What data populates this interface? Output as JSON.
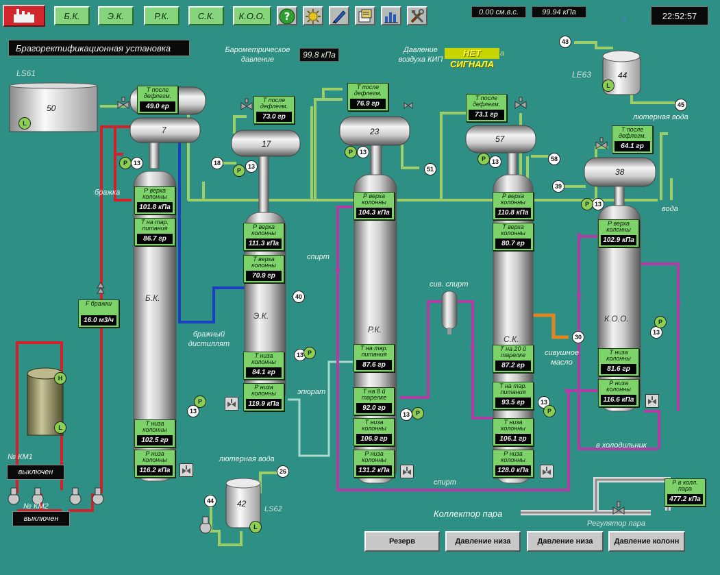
{
  "toolbar": {
    "tabs": [
      "Б.К.",
      "Э.К.",
      "Р.К.",
      "С.К.",
      "К.О.О."
    ],
    "reading_vac": "0.00 см.в.с.",
    "reading_pres": "99.94 кПа",
    "marker": "-1",
    "clock": "22:52:57"
  },
  "header": {
    "title": "Брагоректификационная установка",
    "baro_label_1": "Барометрическое",
    "baro_label_2": "давление",
    "baro_value": "99.8 кПа",
    "air_label_1": "Давление",
    "air_label_2": "воздуха КИП",
    "air_no_signal": "НЕТ СИГНАЛА",
    "air_suffix": "а"
  },
  "plant": {
    "ls61": "LS61",
    "le63": "LE63",
    "ls62": "LS62",
    "vessel_50": "50",
    "vessel_44": "44",
    "vessel_42": "42",
    "cond_7": "7",
    "cond_17": "17",
    "cond_23": "23",
    "cond_57": "57",
    "cond_38": "38",
    "col_bk": "Б.К.",
    "col_ek": "Э.К.",
    "col_rk": "Р.К.",
    "col_sk": "С.К.",
    "col_koo": "К.О.О.",
    "lbl_brazhka": "бражка",
    "lbl_dist1": "бражный",
    "lbl_dist2": "дистиллят",
    "lbl_spirt_top": "спирт",
    "lbl_spirt_bottom": "спирт",
    "lbl_sivspirt": "сив. спирт",
    "lbl_sivmaslo1": "сивушное",
    "lbl_sivmaslo2": "масло",
    "lbl_epurat": "эпюрат",
    "lbl_voda": "вода",
    "lbl_lyuter1": "лютерная вода",
    "lbl_lyuter2": "лютерная вода",
    "lbl_holod": "в холодильник",
    "lbl_kollektor": "Коллектор пара",
    "lbl_regulator": "Регулятор пара",
    "n13": "13",
    "n18": "18",
    "n51": "51",
    "n58": "58",
    "n39": "39",
    "n43": "43",
    "n45": "45",
    "n40": "40",
    "n30": "30",
    "n26": "26",
    "n44": "44",
    "r": "P",
    "l": "L",
    "h": "H",
    "km1_label": "№ КМ1",
    "km2_label": "№ КМ2",
    "km1_status": "выключен",
    "km2_status": "выключен"
  },
  "tags": {
    "bk_t_after_l": "Т после дефлегм.",
    "bk_t_after_v": "49.0 гр",
    "bk_p_top_l": "Р верха колонны",
    "bk_p_top_v": "101.8 кПа",
    "bk_t_feed_l": "Т на тар. питания",
    "bk_t_feed_v": "86.7 гр",
    "bk_t_bot_l": "Т низа колонны",
    "bk_t_bot_v": "102.5 гр",
    "bk_p_bot_l": "Р низа колонны",
    "bk_p_bot_v": "116.2 кПа",
    "bk_flow_l": "F бражки",
    "bk_flow_v": "16.0 м3/ч",
    "ek_t_after_l": "Т после дефлегм.",
    "ek_t_after_v": "73.0 гр",
    "ek_p_top_l": "Р верха колонны",
    "ek_p_top_v": "111.3 кПа",
    "ek_t_top_l": "Т верха колонны",
    "ek_t_top_v": "70.9 гр",
    "ek_t_bot_l": "Т низа колонны",
    "ek_t_bot_v": "84.1 гр",
    "ek_p_bot_l": "Р низа колонны",
    "ek_p_bot_v": "119.9 кПа",
    "rk_t_after_l": "Т после дефлегм.",
    "rk_t_after_v": "76.9 гр",
    "rk_p_top_l": "Р верха колонны",
    "rk_p_top_v": "104.3 кПа",
    "rk_t_feed_l": "Т на тар. питания",
    "rk_t_feed_v": "87.6 гр",
    "rk_t_8_l": "Т на 8 й тарелке",
    "rk_t_8_v": "92.0 гр",
    "rk_t_bot_l": "Т низа колонны",
    "rk_t_bot_v": "106.9 гр",
    "rk_p_bot_l": "Р низа колонны",
    "rk_p_bot_v": "131.2 кПа",
    "sk_t_after_l": "Т после дефлегм.",
    "sk_t_after_v": "73.1 гр",
    "sk_p_top_l": "Р верха колонны",
    "sk_p_top_v": "110.8 кПа",
    "sk_t_top_l": "Т верха колонны",
    "sk_t_top_v": "80.7 гр",
    "sk_t_20_l": "Т на 20 й тарелке",
    "sk_t_20_v": "87.2 гр",
    "sk_t_feed_l": "Т на тар. питания",
    "sk_t_feed_v": "93.5 гр",
    "sk_t_bot_l": "Т низа колонны",
    "sk_t_bot_v": "106.1 гр",
    "sk_p_bot_l": "Р низа колонны",
    "sk_p_bot_v": "128.0 кПа",
    "koo_t_after_l": "Т после дефлегм.",
    "koo_t_after_v": "64.1 гр",
    "koo_p_top_l": "Р верха колонны",
    "koo_p_top_v": "102.9 кПа",
    "koo_t_bot_l": "Т низа колонны",
    "koo_t_bot_v": "81.6 гр",
    "koo_p_bot_l": "Р низа колонны",
    "koo_p_bot_v": "116.6 кПа",
    "steam_p_l": "Р в колл. пара",
    "steam_p_v": "477.2 кПа"
  },
  "buttons": {
    "reserve": "Резерв",
    "p_bot_1": "Давление низа",
    "p_bot_2": "Давление низа",
    "p_cols": "Давление колонн"
  }
}
